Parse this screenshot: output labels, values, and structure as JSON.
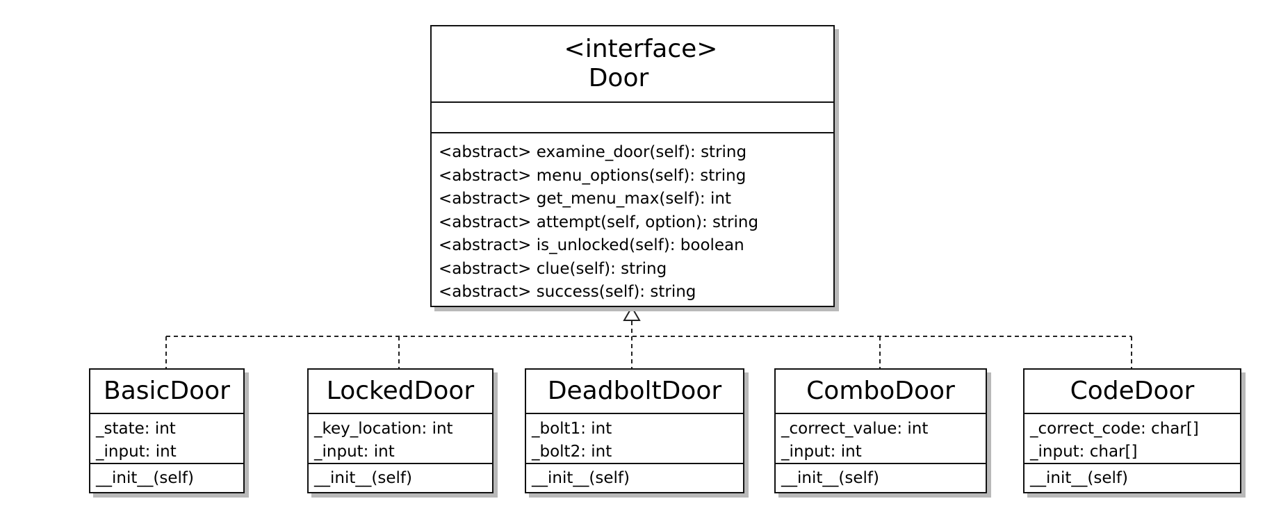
{
  "interface": {
    "stereotype": "<interface>",
    "name": "Door",
    "operations": [
      "<abstract> examine_door(self): string",
      "<abstract> menu_options(self): string",
      "<abstract> get_menu_max(self): int",
      "<abstract> attempt(self, option): string",
      "<abstract> is_unlocked(self): boolean",
      "<abstract> clue(self): string",
      "<abstract> success(self): string"
    ]
  },
  "classes": [
    {
      "name": "BasicDoor",
      "attributes": [
        "_state: int",
        "_input: int"
      ],
      "operations": [
        "__init__(self)"
      ]
    },
    {
      "name": "LockedDoor",
      "attributes": [
        "_key_location: int",
        "_input: int"
      ],
      "operations": [
        "__init__(self)"
      ]
    },
    {
      "name": "DeadboltDoor",
      "attributes": [
        "_bolt1: int",
        "_bolt2: int"
      ],
      "operations": [
        "__init__(self)"
      ]
    },
    {
      "name": "ComboDoor",
      "attributes": [
        "_correct_value: int",
        "_input: int"
      ],
      "operations": [
        "__init__(self)"
      ]
    },
    {
      "name": "CodeDoor",
      "attributes": [
        "_correct_code: char[]",
        "_input: char[]"
      ],
      "operations": [
        "__init__(self)"
      ]
    }
  ],
  "relationship": "realization"
}
